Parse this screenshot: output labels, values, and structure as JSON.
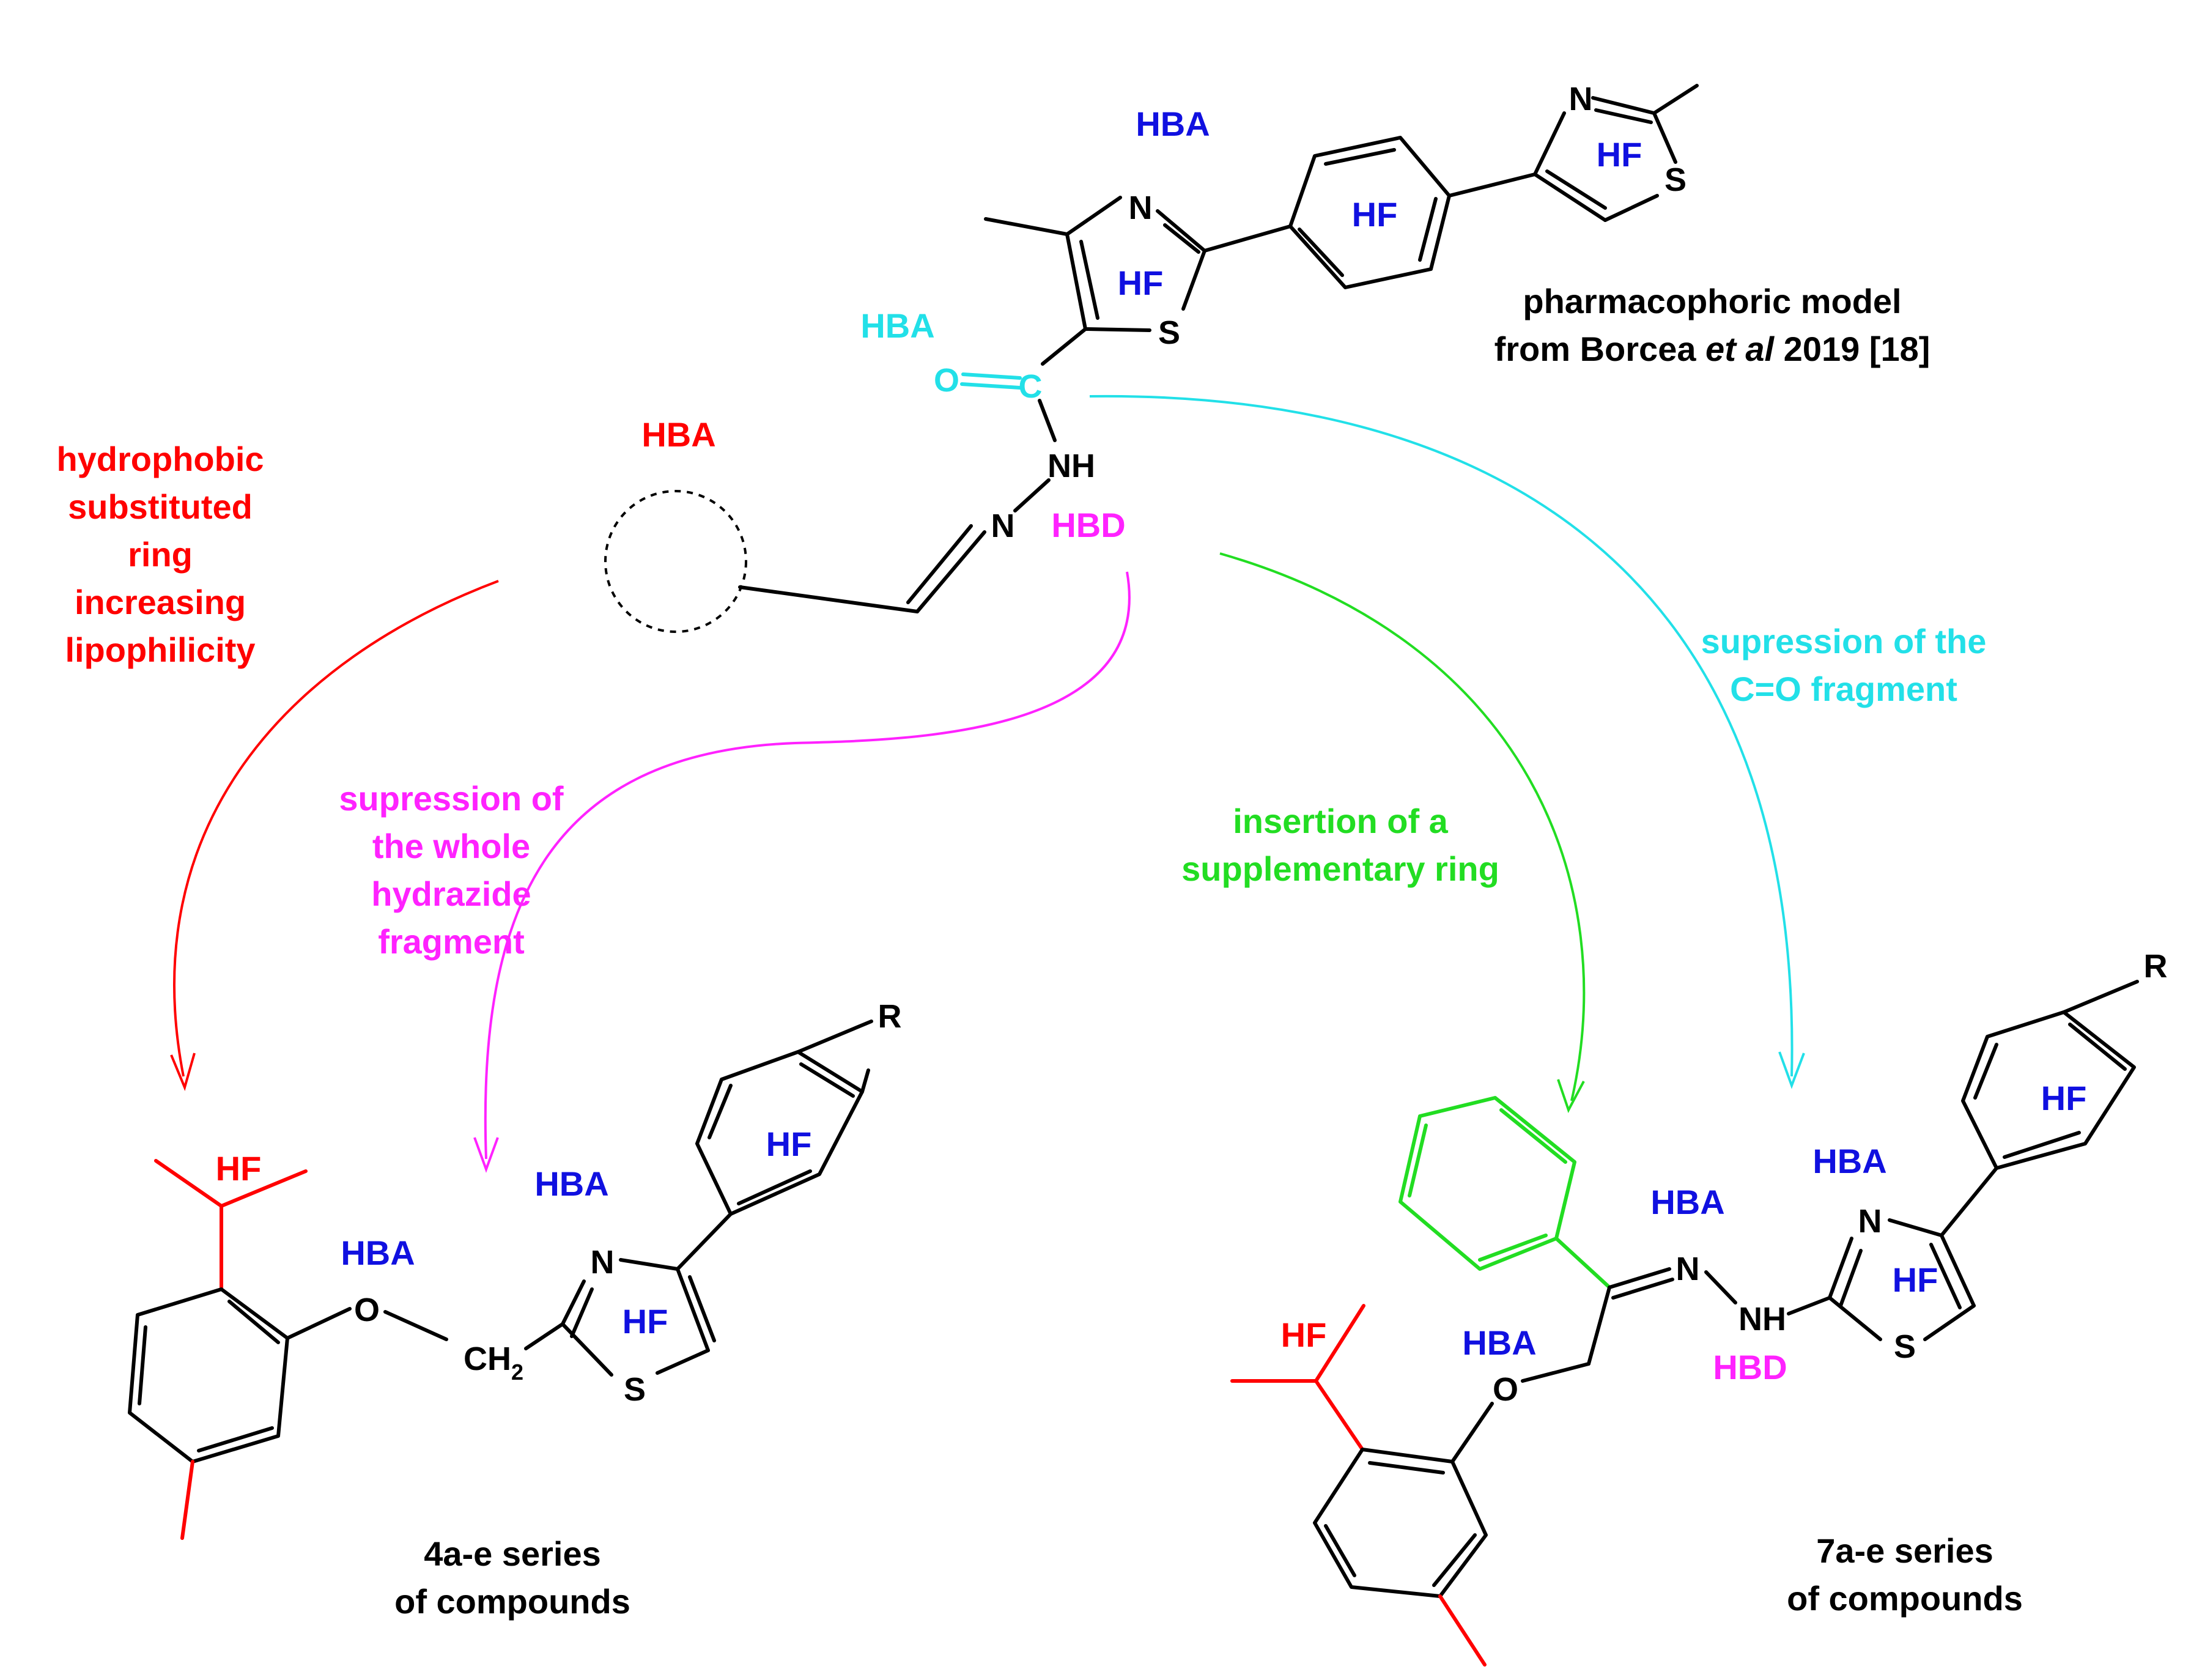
{
  "colors": {
    "blue": "#1010e0",
    "cyan": "#22e0e8",
    "red": "#ff0000",
    "magenta": "#ff22ff",
    "green": "#22dd22",
    "black": "#000000"
  },
  "model": {
    "caption_line1": "pharmacophoric model",
    "caption_line2_pre": "from Borcea ",
    "caption_line2_italic": "et al",
    "caption_line2_post": " 2019 [18]",
    "hba_top": "HBA",
    "hba_carbonyl": "HBA",
    "hba_ring": "HBA",
    "hbd": "HBD",
    "hf_thiazole1": "HF",
    "hf_phenyl": "HF",
    "hf_thiazole2": "HF",
    "atom_N1": "N",
    "atom_S1": "S",
    "atom_N2": "N",
    "atom_S2": "S",
    "atom_O": "O",
    "atom_C": "C",
    "atom_NH": "NH",
    "atom_N3": "N"
  },
  "annotations": {
    "red": [
      "hydrophobic",
      "substituted",
      "ring",
      "increasing",
      "lipophilicity"
    ],
    "magenta": [
      "supression of",
      "the whole",
      "hydrazide",
      "fragment"
    ],
    "green": [
      "insertion of a",
      "supplementary ring"
    ],
    "cyan": [
      "supression of the",
      "C=O fragment"
    ]
  },
  "series4": {
    "caption_line1": "4a-e series",
    "caption_line2": "of compounds",
    "hf_isopropyl": "HF",
    "hf_thiazole": "HF",
    "hf_phenyl": "HF",
    "hba_ether": "HBA",
    "hba_thiazole": "HBA",
    "atom_O": "O",
    "atom_CH": "CH",
    "atom_sub2": "2",
    "atom_N": "N",
    "atom_S": "S",
    "atom_R": "R"
  },
  "series7": {
    "caption_line1": "7a-e series",
    "caption_line2": "of compounds",
    "hf_isopropyl": "HF",
    "hf_thiazole": "HF",
    "hf_phenyl": "HF",
    "hba_ether": "HBA",
    "hba_hydrazone": "HBA",
    "hba_thiazole": "HBA",
    "hbd": "HBD",
    "atom_O": "O",
    "atom_N1": "N",
    "atom_NH": "NH",
    "atom_N2": "N",
    "atom_S": "S",
    "atom_R": "R"
  }
}
